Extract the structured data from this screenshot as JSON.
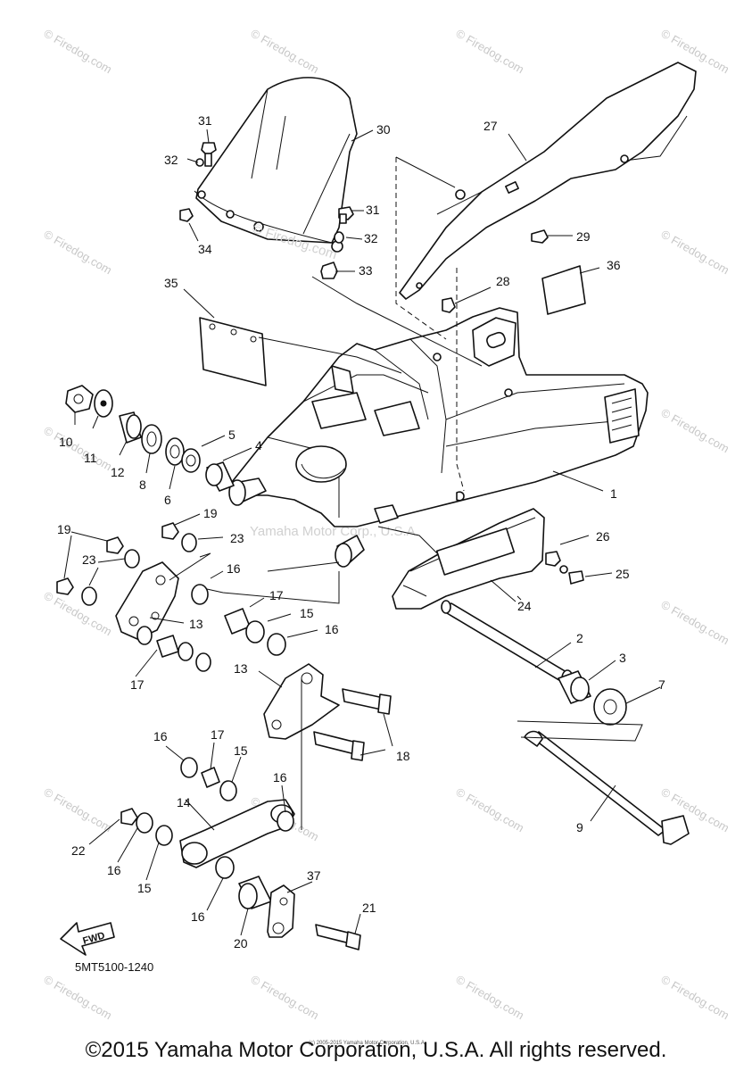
{
  "diagram_code": "5MT5100-1240",
  "fwd_label": "FWD",
  "watermark": "© Firedog.com",
  "center_watermark": "Yamaha Motor Corp., U.S.A.",
  "fender_watermark": "© Firedog.com",
  "tiny_notice": "(c) 2005-2015 Yamaha Motor Corporation, U.S.A.",
  "copyright": "©2015 Yamaha Motor Corporation, U.S.A. All rights reserved.",
  "callouts": {
    "c1": "1",
    "c2": "2",
    "c3": "3",
    "c4": "4",
    "c5": "5",
    "c6": "6",
    "c7": "7",
    "c8": "8",
    "c9": "9",
    "c10": "10",
    "c11": "11",
    "c12": "12",
    "c13a": "13",
    "c13b": "13",
    "c14": "14",
    "c15a": "15",
    "c15b": "15",
    "c15c": "15",
    "c16a": "16",
    "c16b": "16",
    "c16c": "16",
    "c16d": "16",
    "c16e": "16",
    "c16f": "16",
    "c17a": "17",
    "c17b": "17",
    "c17c": "17",
    "c18": "18",
    "c19a": "19",
    "c19b": "19",
    "c20": "20",
    "c21": "21",
    "c22": "22",
    "c23a": "23",
    "c23b": "23",
    "c24": "24",
    "c25": "25",
    "c26": "26",
    "c27": "27",
    "c28": "28",
    "c29": "29",
    "c30": "30",
    "c31a": "31",
    "c31b": "31",
    "c32a": "32",
    "c32b": "32",
    "c33": "33",
    "c34": "34",
    "c35": "35",
    "c36": "36",
    "c37": "37"
  }
}
